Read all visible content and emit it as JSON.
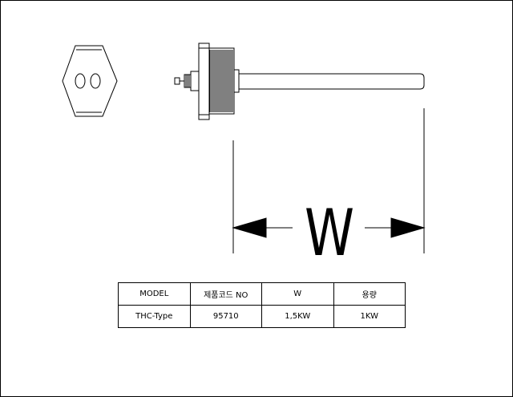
{
  "drawing": {
    "dimension_label": "W"
  },
  "spec_table": {
    "headers": [
      "MODEL",
      "제품코드 NO",
      "W",
      "용량"
    ],
    "rows": [
      [
        "THC-Type",
        "95710",
        "1,5KW",
        "1KW"
      ]
    ]
  },
  "colors": {
    "line": "#000000",
    "background": "#ffffff"
  }
}
